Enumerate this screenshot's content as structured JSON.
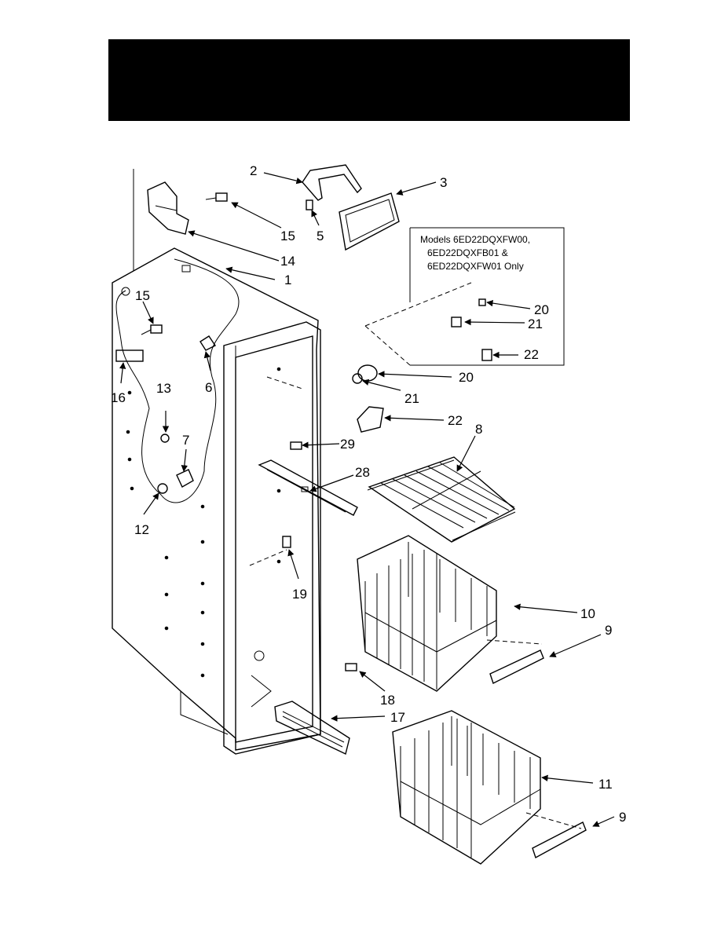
{
  "header": {
    "title": ""
  },
  "note": {
    "line1": "Models 6ED22DQXFW00,",
    "line2": "6ED22DQXFB01 &",
    "line3": "6ED22DQXFW01 Only"
  },
  "callouts": {
    "c1": "1",
    "c2": "2",
    "c3": "3",
    "c5": "5",
    "c6": "6",
    "c7": "7",
    "c8": "8",
    "c9a": "9",
    "c9b": "9",
    "c10": "10",
    "c11": "11",
    "c12": "12",
    "c13": "13",
    "c14": "14",
    "c15a": "15",
    "c15b": "15",
    "c16": "16",
    "c17": "17",
    "c18": "18",
    "c19": "19",
    "c20a": "20",
    "c20b": "20",
    "c21a": "21",
    "c21b": "21",
    "c22a": "22",
    "c22b": "22",
    "c28": "28",
    "c29": "29"
  }
}
